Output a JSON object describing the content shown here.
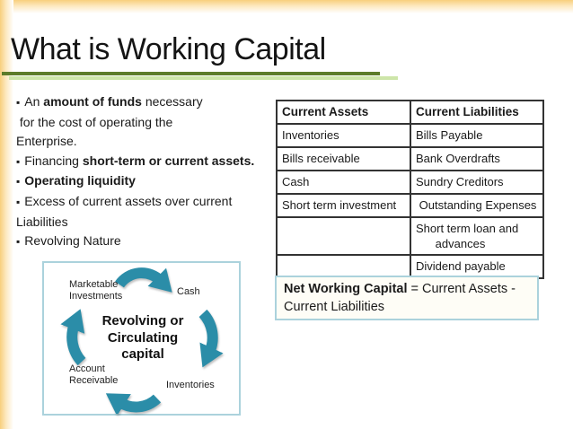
{
  "slide": {
    "title": "What is Working Capital",
    "colors": {
      "title_text": "#141414",
      "accent_dark_green": "#5D7C2A",
      "accent_light_green": "#CDE5A9",
      "frame_orange": "#F8CF7D",
      "arrow_teal": "#2B8DA8",
      "box_border_blue": "#ABD2DC",
      "table_border": "#333333"
    }
  },
  "bullets": {
    "lines": [
      {
        "bullet": true,
        "segments": [
          {
            "text": "An ",
            "bold": false
          },
          {
            "text": "amount of funds",
            "bold": true
          },
          {
            "text": " necessary",
            "bold": false
          }
        ]
      },
      {
        "bullet": false,
        "segments": [
          {
            "text": " for the cost of operating the",
            "bold": false
          }
        ]
      },
      {
        "bullet": false,
        "segments": [
          {
            "text": "Enterprise.",
            "bold": false
          }
        ]
      },
      {
        "bullet": true,
        "segments": [
          {
            "text": "Financing ",
            "bold": false
          },
          {
            "text": "short-term or current assets.",
            "bold": true
          }
        ]
      },
      {
        "bullet": true,
        "segments": [
          {
            "text": "Operating liquidity",
            "bold": true
          }
        ]
      },
      {
        "bullet": true,
        "segments": [
          {
            "text": "Excess of current assets over current",
            "bold": false
          }
        ]
      },
      {
        "bullet": false,
        "segments": [
          {
            "text": "Liabilities",
            "bold": false
          }
        ]
      },
      {
        "bullet": true,
        "segments": [
          {
            "text": "Revolving Nature",
            "bold": false
          }
        ]
      }
    ]
  },
  "table": {
    "headers": [
      "Current Assets",
      "Current Liabilities"
    ],
    "rows": [
      [
        "Inventories",
        "Bills Payable"
      ],
      [
        "Bills receivable",
        "Bank Overdrafts"
      ],
      [
        "Cash",
        "Sundry Creditors"
      ],
      [
        "Short term investment",
        " Outstanding Expenses"
      ],
      [
        "",
        "Short term loan and\n      advances"
      ],
      [
        "",
        "Dividend payable"
      ]
    ]
  },
  "net_working_capital": {
    "text_segments": [
      {
        "text": "Net Working Capital",
        "bold": true
      },
      {
        "text": " = Current Assets -\nCurrent Liabilities",
        "bold": false
      }
    ]
  },
  "cycle_diagram": {
    "center_label": "Revolving or\nCirculating\ncapital",
    "nodes": [
      {
        "label": "Marketable\nInvestments"
      },
      {
        "label": "Cash"
      },
      {
        "label": "Inventories"
      },
      {
        "label": "Account\nReceivable"
      }
    ]
  }
}
